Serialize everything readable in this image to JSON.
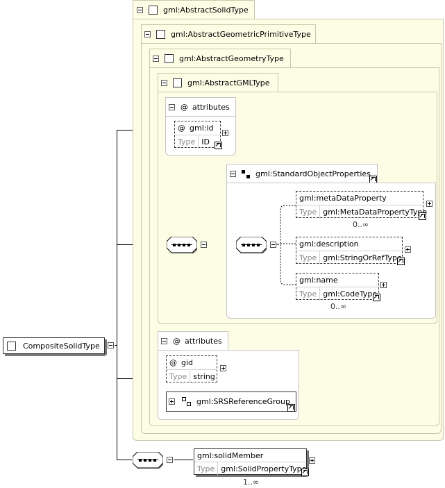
{
  "types": {
    "abstract_solid": "gml:AbstractSolidType",
    "abstract_geometric_primitive": "gml:AbstractGeometricPrimitiveType",
    "abstract_geometry": "gml:AbstractGeometryType",
    "abstract_gml": "gml:AbstractGMLType"
  },
  "attributes_label": "attributes",
  "at_symbol": "@",
  "type_label": "Type",
  "gml_id": {
    "name": "gml:id",
    "type": "ID"
  },
  "standard_object_properties": "gml:StandardObjectProperties",
  "meta_data_property": {
    "name": "gml:metaDataProperty",
    "type": "gml:MetaDataPropertyType",
    "occurs": "0..∞"
  },
  "description": {
    "name": "gml:description",
    "type": "gml:StringOrRefType"
  },
  "name_elem": {
    "name": "gml:name",
    "type": "gml:CodeType",
    "occurs": "0..∞"
  },
  "gid": {
    "name": "gid",
    "type": "string"
  },
  "srs_reference_group": "gml:SRSReferenceGroup",
  "composite_solid": "CompositeSolidType",
  "solid_member": {
    "name": "gml:solidMember",
    "type": "gml:SolidPropertyType",
    "occurs": "1..∞"
  }
}
